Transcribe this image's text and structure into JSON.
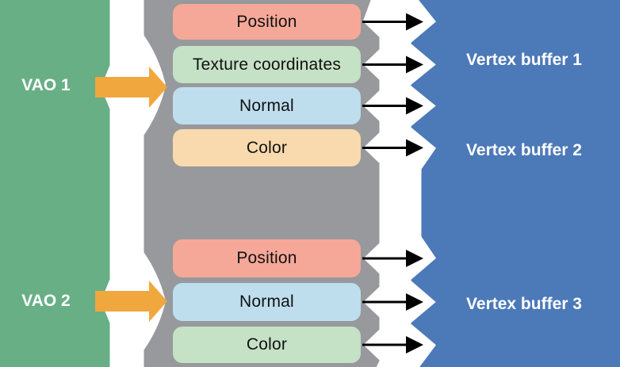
{
  "diagram": {
    "vao1": {
      "label": "VAO 1"
    },
    "vao2": {
      "label": "VAO 2"
    },
    "group1_attributes": [
      {
        "label": "Position",
        "color": "#F5A898"
      },
      {
        "label": "Texture coordinates",
        "color": "#C5E1C6"
      },
      {
        "label": "Normal",
        "color": "#BEDEEE"
      },
      {
        "label": "Color",
        "color": "#F9D9AE"
      }
    ],
    "group2_attributes": [
      {
        "label": "Position",
        "color": "#F5A898"
      },
      {
        "label": "Normal",
        "color": "#BEDEEE"
      },
      {
        "label": "Color",
        "color": "#C5E1C6"
      }
    ],
    "buffers": [
      {
        "label": "Vertex buffer 1"
      },
      {
        "label": "Vertex buffer 2"
      },
      {
        "label": "Vertex buffer 3"
      }
    ],
    "colors": {
      "vao_band": "#68AF86",
      "attribute_band": "#97999C",
      "buffer_band": "#4C79B8",
      "vao_arrow": "#F0A73E",
      "link_arrow": "#000000",
      "box_text": "#111111",
      "label_text": "#FFFFFF"
    }
  }
}
